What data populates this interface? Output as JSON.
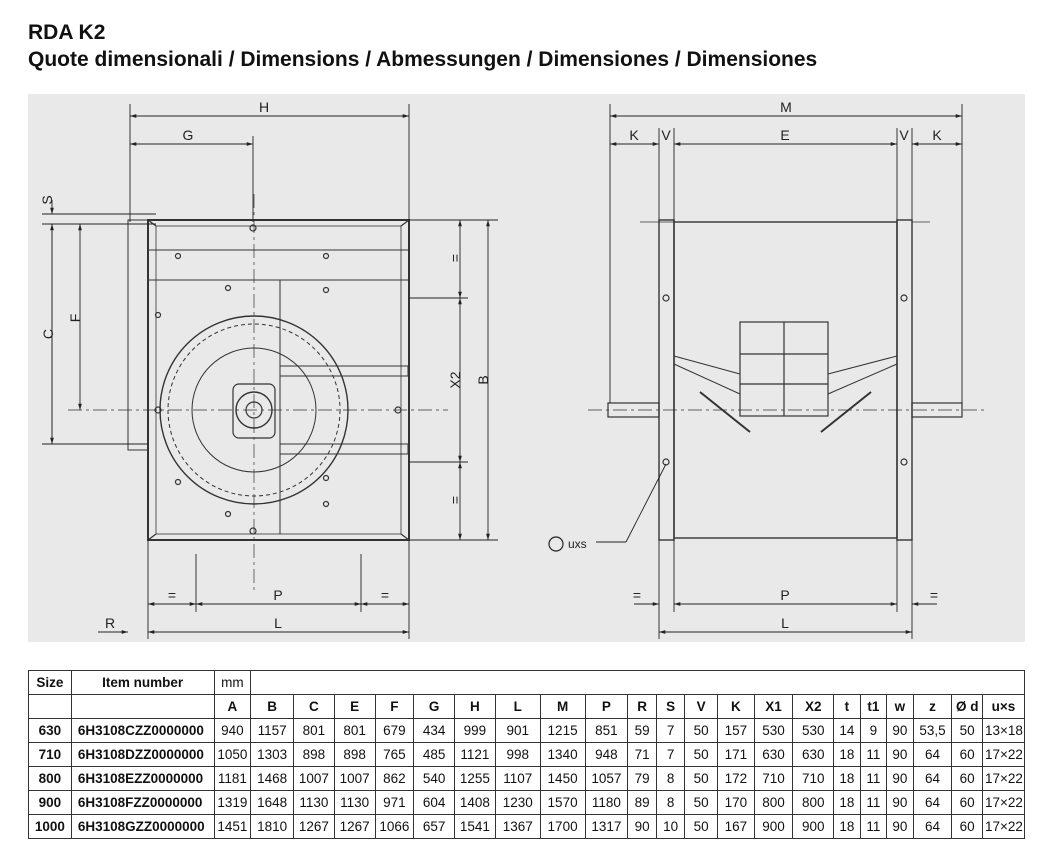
{
  "header": {
    "title": "RDA K2",
    "subtitle": "Quote dimensionali / Dimensions / Abmessungen / Dimensiones / Dimensiones"
  },
  "drawing": {
    "front_labels": {
      "H": "H",
      "G": "G",
      "S": "S",
      "C": "C",
      "F": "F",
      "X2": "X2",
      "B": "B",
      "eq": "=",
      "P": "P",
      "L": "L",
      "R": "R"
    },
    "side_labels": {
      "M": "M",
      "K": "K",
      "V": "V",
      "E": "E",
      "P": "P",
      "L": "L",
      "eq": "=",
      "uxs": "uxs"
    }
  },
  "table": {
    "size_header": "Size",
    "item_header": "Item number",
    "unit": "mm",
    "columns": [
      "A",
      "B",
      "C",
      "E",
      "F",
      "G",
      "H",
      "L",
      "M",
      "P",
      "R",
      "S",
      "V",
      "K",
      "X1",
      "X2",
      "t",
      "t1",
      "w",
      "z",
      "Ø d",
      "u×s"
    ],
    "rows": [
      {
        "size": "630",
        "item": "6H3108CZZ0000000",
        "values": [
          "940",
          "1157",
          "801",
          "801",
          "679",
          "434",
          "999",
          "901",
          "1215",
          "851",
          "59",
          "7",
          "50",
          "157",
          "530",
          "530",
          "14",
          "9",
          "90",
          "53,5",
          "50",
          "13×18"
        ]
      },
      {
        "size": "710",
        "item": "6H3108DZZ0000000",
        "values": [
          "1050",
          "1303",
          "898",
          "898",
          "765",
          "485",
          "1121",
          "998",
          "1340",
          "948",
          "71",
          "7",
          "50",
          "171",
          "630",
          "630",
          "18",
          "11",
          "90",
          "64",
          "60",
          "17×22"
        ]
      },
      {
        "size": "800",
        "item": "6H3108EZZ0000000",
        "values": [
          "1181",
          "1468",
          "1007",
          "1007",
          "862",
          "540",
          "1255",
          "1107",
          "1450",
          "1057",
          "79",
          "8",
          "50",
          "172",
          "710",
          "710",
          "18",
          "11",
          "90",
          "64",
          "60",
          "17×22"
        ]
      },
      {
        "size": "900",
        "item": "6H3108FZZ0000000",
        "values": [
          "1319",
          "1648",
          "1130",
          "1130",
          "971",
          "604",
          "1408",
          "1230",
          "1570",
          "1180",
          "89",
          "8",
          "50",
          "170",
          "800",
          "800",
          "18",
          "11",
          "90",
          "64",
          "60",
          "17×22"
        ]
      },
      {
        "size": "1000",
        "item": "6H3108GZZ0000000",
        "values": [
          "1451",
          "1810",
          "1267",
          "1267",
          "1066",
          "657",
          "1541",
          "1367",
          "1700",
          "1317",
          "90",
          "10",
          "50",
          "167",
          "900",
          "900",
          "18",
          "11",
          "90",
          "64",
          "60",
          "17×22"
        ]
      }
    ]
  }
}
